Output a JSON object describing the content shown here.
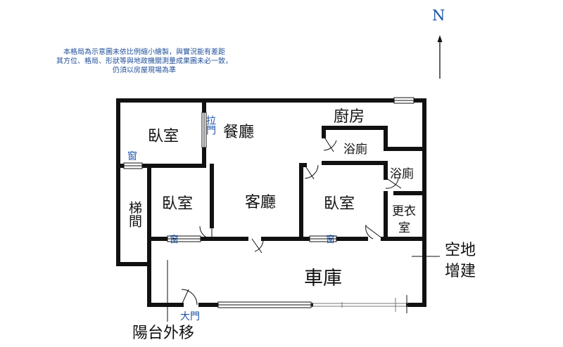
{
  "north": "N",
  "note": {
    "line1": "本格局為示意圖未依比例縮小繪製，與實況能有差距",
    "line2": "其方位、格局、形狀等與地政機關測量成果圖未必一致，",
    "line3": "仍須以房屋現場為準"
  },
  "rooms": {
    "bedroom_top_left": "臥室",
    "dining": "餐廳",
    "kitchen": "廚房",
    "bath_top": "浴廁",
    "bath_right": "浴廁",
    "stair": "梯間",
    "bedroom_mid_left": "臥室",
    "living": "客廳",
    "bedroom_right": "臥室",
    "closet_line1": "更衣",
    "closet_line2": "室",
    "garage": "車庫"
  },
  "markers": {
    "sliding_door": "拉門",
    "window_left": "窗",
    "window_mid": "窗",
    "window_right": "窗",
    "main_door": "大門"
  },
  "annotations": {
    "vacant_line1": "空地",
    "vacant_line2": "增建",
    "balcony": "陽台外移"
  }
}
